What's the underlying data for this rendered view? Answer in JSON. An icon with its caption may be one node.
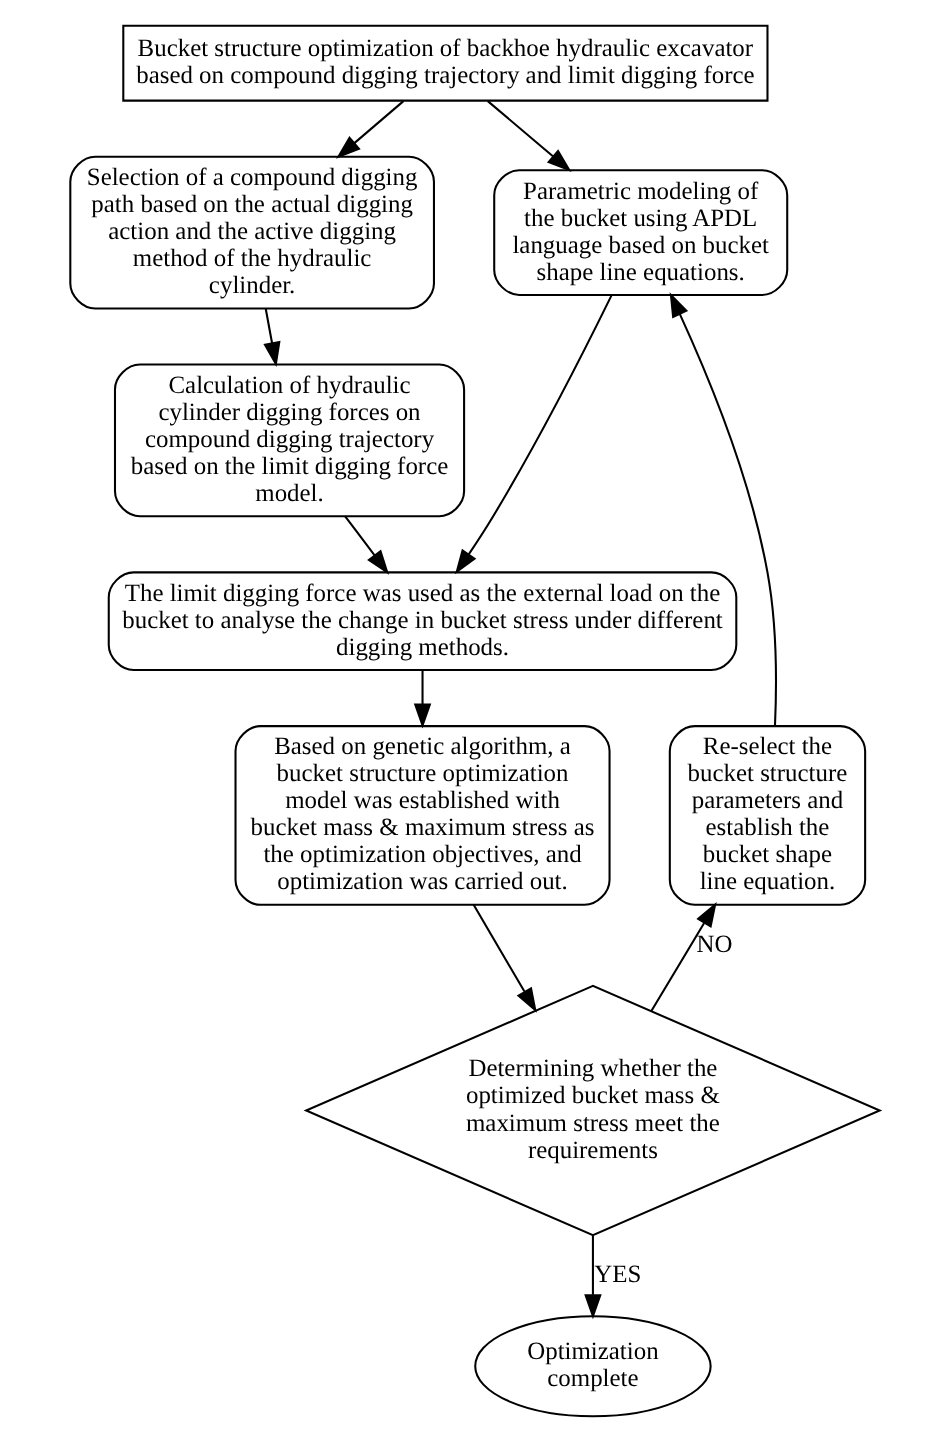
{
  "diagram": {
    "nodes": [
      {
        "text": [
          "Bucket structure optimization of backhoe hydraulic excavator based on compound digging trajectory and limit digging force"
        ]
      },
      {
        "text": [
          "Selection of a compound digging path based on the actual digging action and the active digging method of the hydraulic cylinder."
        ]
      },
      {
        "text": [
          "Parametric modeling of the bucket using APDL language based on bucket shape line equations."
        ]
      },
      {
        "text": [
          "Calculation of hydraulic cylinder digging forces on compound digging trajectory based on the limit digging force model."
        ]
      },
      {
        "text": [
          "The limit digging force was used as the external load on the bucket to analyse the change in bucket stress under different digging methods."
        ]
      },
      {
        "text": [
          "Based on genetic algorithm, a bucket structure optimization model was established with bucket mass & maximum stress as the optimization objectives, and optimization was carried out."
        ]
      },
      {
        "text": [
          "Determining whether the optimized bucket mass & maximum stress meet the requirements"
        ]
      },
      {
        "text": [
          "Re-select the bucket structure parameters and establish the bucket shape line equation."
        ]
      },
      {
        "text": [
          "Optimization complete"
        ]
      }
    ],
    "edges": [
      {
        "from": 0,
        "to": 1,
        "arrow": "to"
      },
      {
        "from": 0,
        "to": 2,
        "arrow": "to"
      },
      {
        "from": 1,
        "to": 3,
        "arrow": "to"
      },
      {
        "from": 3,
        "to": 4,
        "arrow": "to"
      },
      {
        "from": 2,
        "to": 4,
        "arrow": "to"
      },
      {
        "from": 4,
        "to": 5,
        "arrow": "to"
      },
      {
        "from": 5,
        "to": 6,
        "arrow": "to"
      },
      {
        "from": 6,
        "to": 8,
        "arrow": "to",
        "label": "YES"
      },
      {
        "from": 6,
        "to": 7,
        "arrow": "to",
        "label": "NO"
      },
      {
        "from": 7,
        "to": 2,
        "arrow": "to"
      }
    ]
  }
}
